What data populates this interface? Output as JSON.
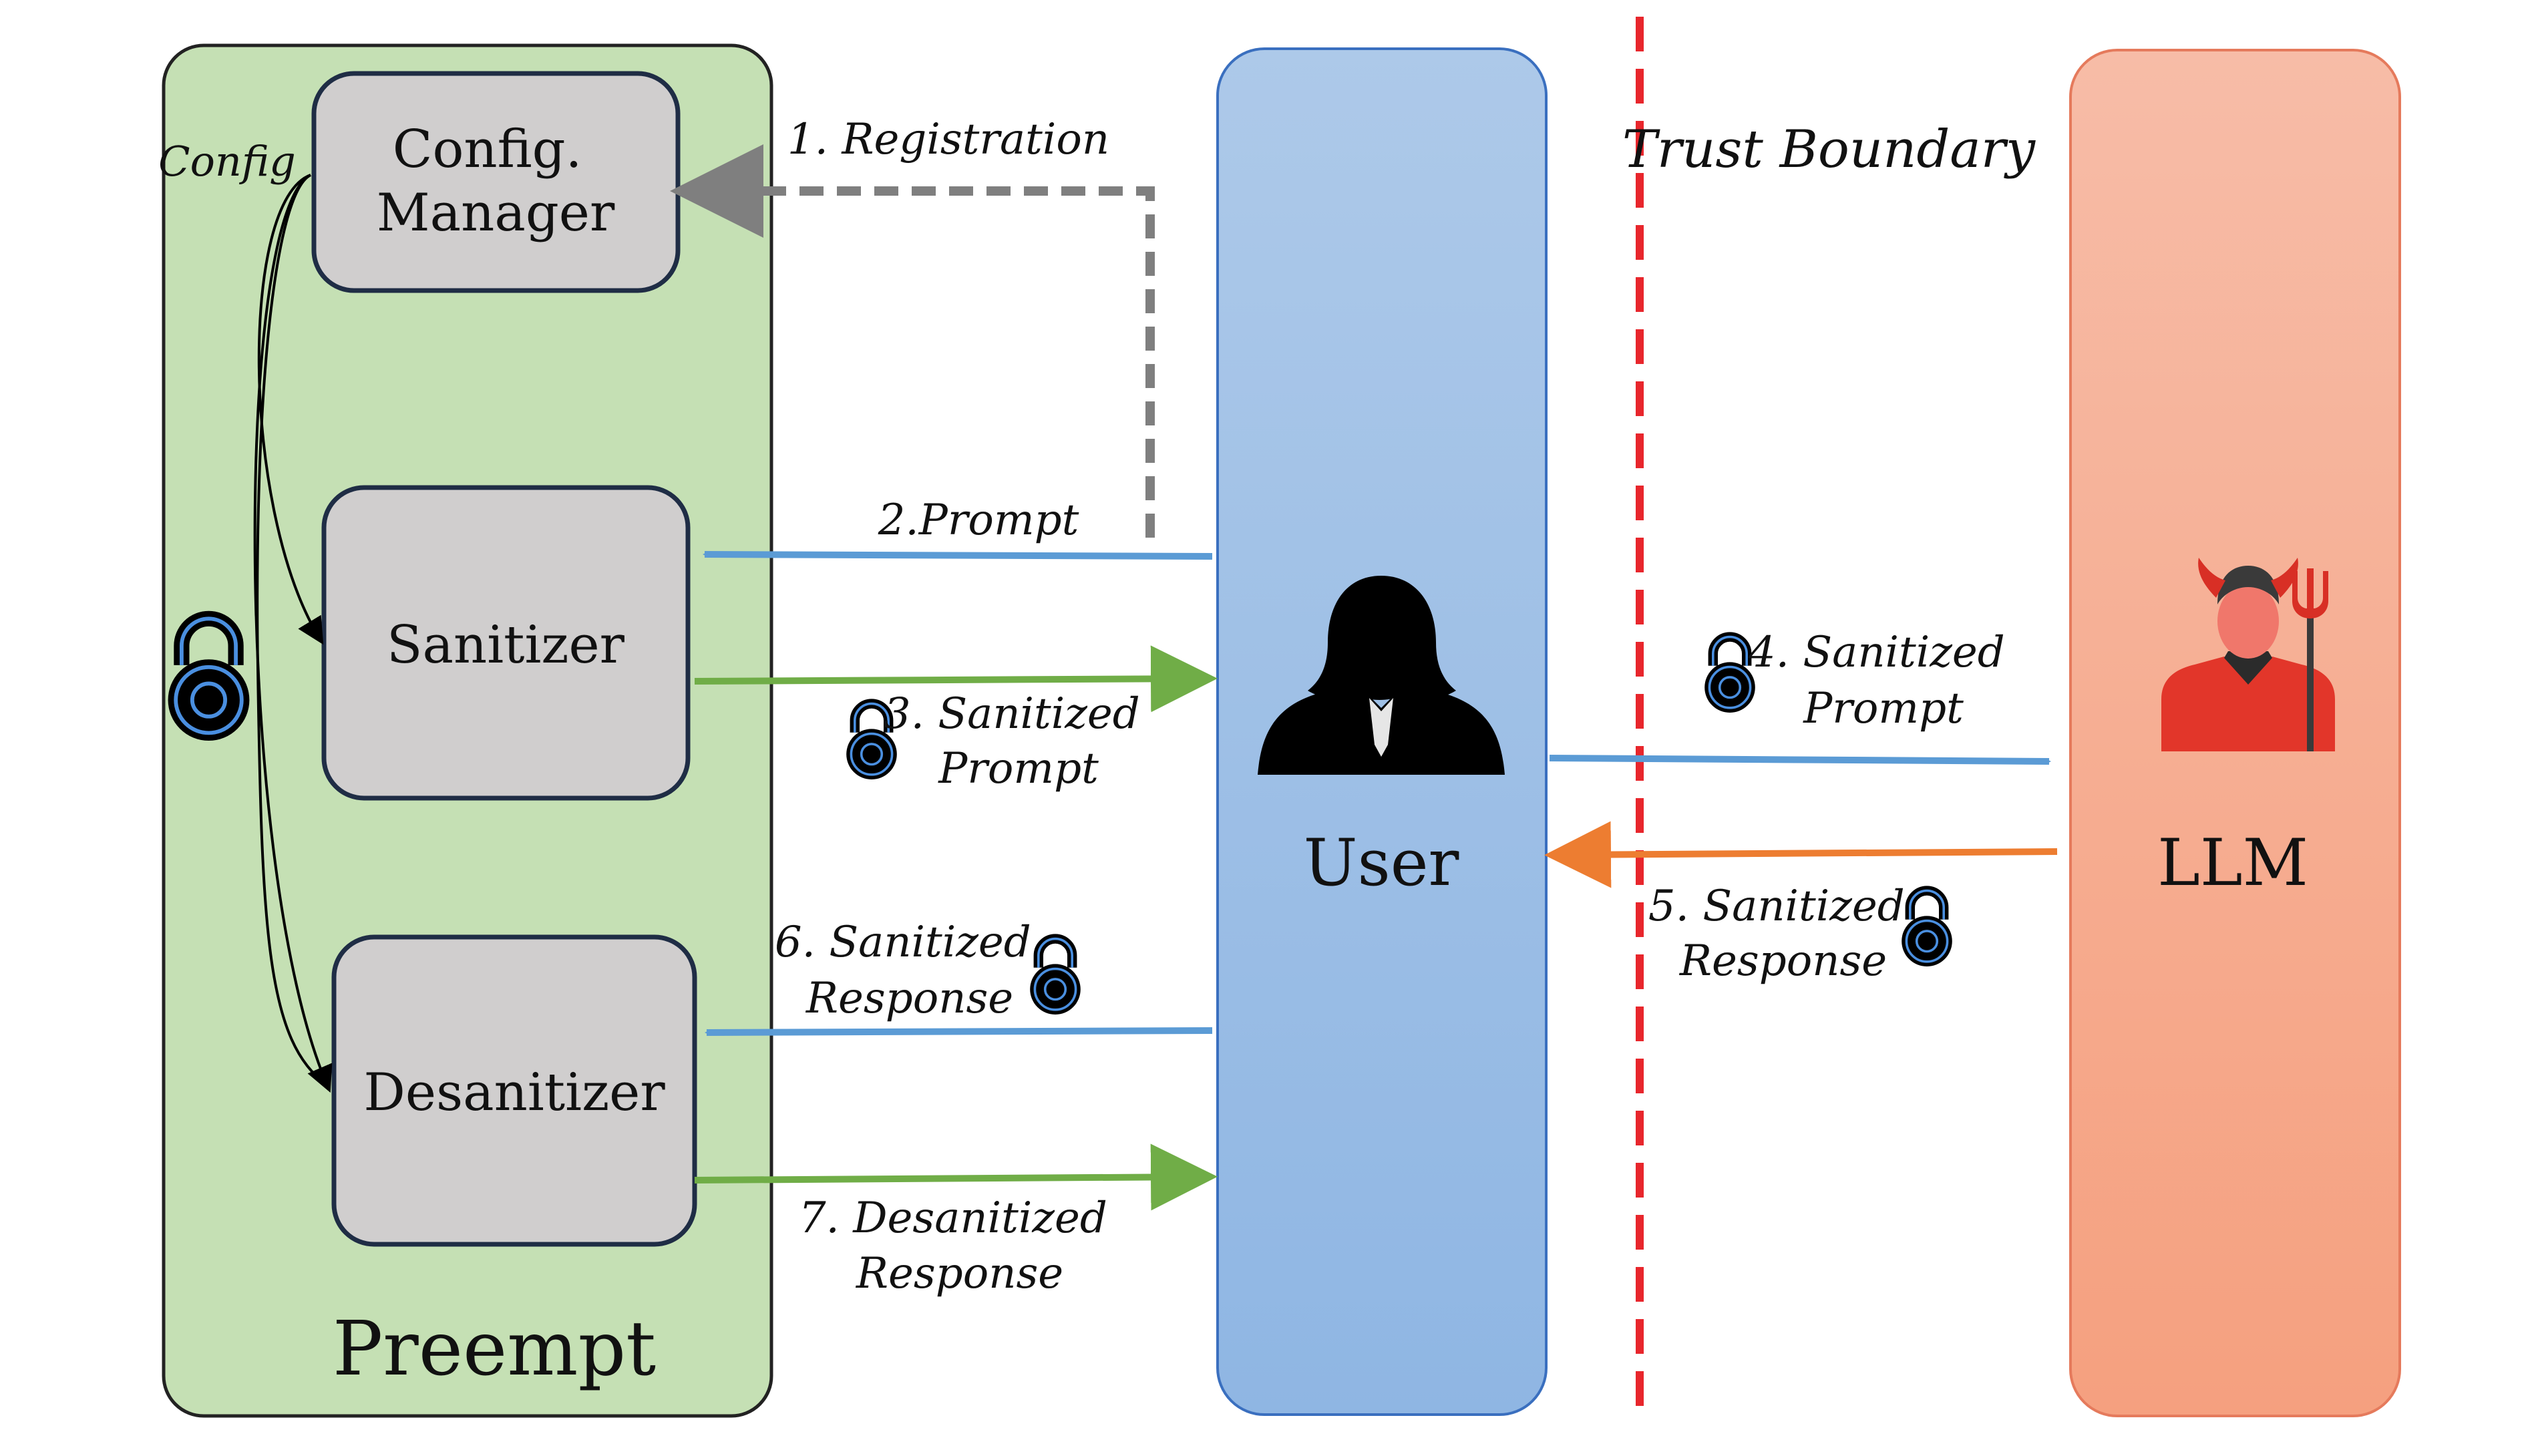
{
  "title": "Preempt",
  "config_label": "Config",
  "trust_boundary_label": "Trust Boundary",
  "components": {
    "config_manager": [
      "Config.",
      "Manager"
    ],
    "sanitizer": "Sanitizer",
    "desanitizer": "Desanitizer"
  },
  "actors": {
    "user": "User",
    "llm": "LLM"
  },
  "icons": {
    "user": "person-icon",
    "llm": "devil-icon",
    "lock": "lock-icon"
  },
  "steps": {
    "s1": [
      "1. Registration"
    ],
    "s2": [
      "2.Prompt"
    ],
    "s3": [
      "3. Sanitized",
      "Prompt"
    ],
    "s4": [
      "4. Sanitized",
      "Prompt"
    ],
    "s5": [
      "5. Sanitized",
      "Response"
    ],
    "s6": [
      "6. Sanitized",
      "Response"
    ],
    "s7": [
      "7. Desanitized",
      "Response"
    ]
  },
  "colors": {
    "preempt_bg": "#c5e0b4",
    "user_bg_top": "#adc9e9",
    "user_bg_bottom": "#8fb6e3",
    "llm_bg_top": "#f7bca7",
    "llm_bg_bottom": "#f5a07f",
    "component_bg": "#d0cece",
    "arrow_blue": "#5b9bd5",
    "arrow_green": "#70ad47",
    "arrow_orange": "#ed7d31",
    "arrow_gray": "#7f7f7f",
    "boundary_red": "#e8262c",
    "lock_stroke": "#4a8fe0"
  }
}
